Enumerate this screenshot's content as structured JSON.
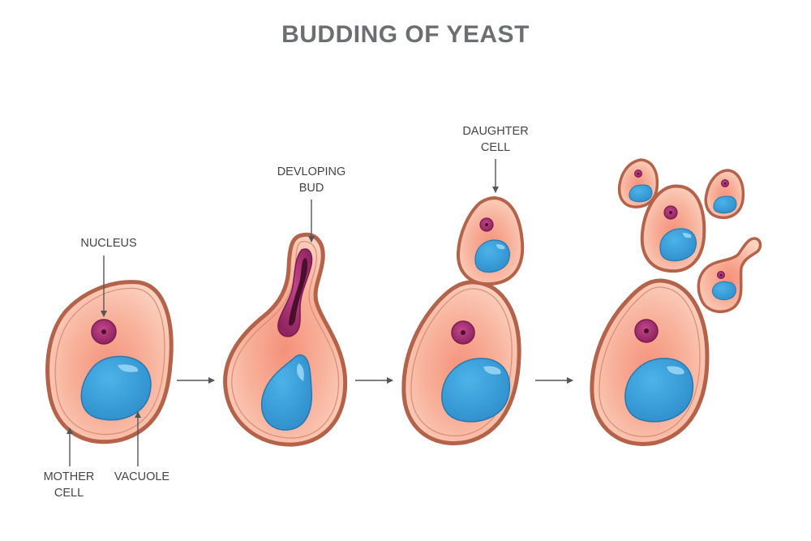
{
  "title": "BUDDING OF YEAST",
  "labels": {
    "nucleus": "NUCLEUS",
    "developing_bud_line1": "DEVLOPING",
    "developing_bud_line2": "BUD",
    "daughter_cell_line1": "DAUGHTER",
    "daughter_cell_line2": "CELL",
    "mother_cell_line1": "MOTHER",
    "mother_cell_line2": "CELL",
    "vacuole": "VACUOLE"
  },
  "stages": [
    {
      "name": "stage-1-mother-cell"
    },
    {
      "name": "stage-2-developing-bud"
    },
    {
      "name": "stage-3-daughter-cell"
    },
    {
      "name": "stage-4-colony"
    }
  ],
  "colors": {
    "membrane": "#b5624a",
    "cytoplasm_edge": "#f9c0a6",
    "cytoplasm_center": "#f59c82",
    "vacuole": "#3ea6df",
    "vacuole_highlight": "#8fd0f2",
    "nucleus": "#b03173",
    "nucleolus": "#4a0f2b",
    "title": "#6d6e71"
  }
}
